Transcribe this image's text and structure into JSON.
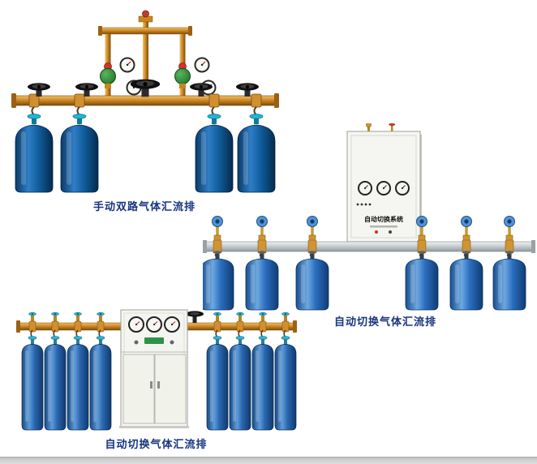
{
  "page": {
    "background": "#ffffff"
  },
  "captions": {
    "product1": "手动双路气体汇流排",
    "product2": "自动切换气体汇流排",
    "product3": "自动切换气体汇流排"
  },
  "cabinet2": {
    "label": "自动切换系统"
  },
  "colors": {
    "caption_text": "#16357e",
    "brass": "#c9851f",
    "cylinder_dark_blue": "#0d4a85",
    "cylinder_blue": "#2a6cb8",
    "valve_cyan": "#25b5d6",
    "cabinet_body": "#f5f6f1",
    "manifold_silver": "#b9c1c6",
    "regulator_green": "#2e7d32",
    "handwheel_black": "#111111"
  }
}
